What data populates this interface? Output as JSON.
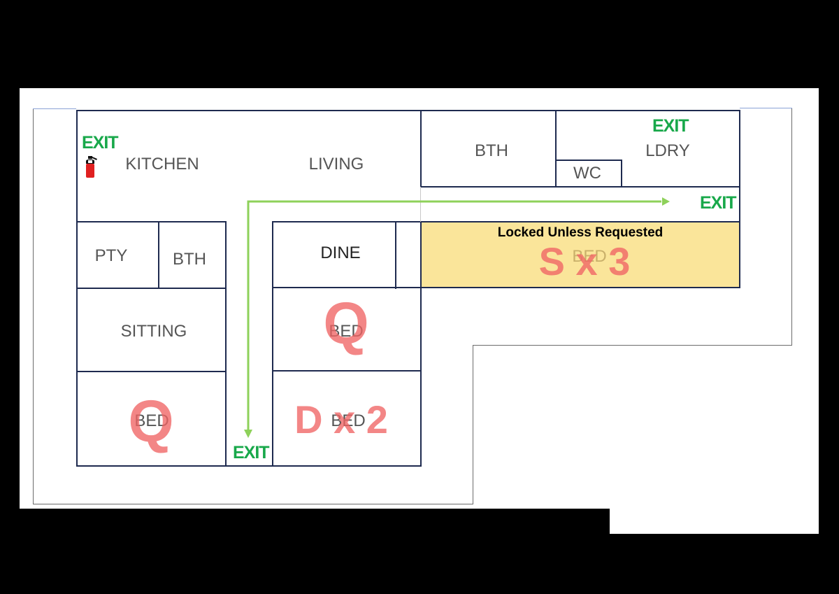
{
  "rooms": {
    "kitchen": "KITCHEN",
    "living": "LIVING",
    "bth_top": "BTH",
    "ldry": "LDRY",
    "wc": "WC",
    "pty": "PTY",
    "bth_left": "BTH",
    "dine": "DINE",
    "sitting": "SITTING",
    "bed_mid": "BED",
    "bed_left": "BED",
    "bed_double": "BED",
    "bed_locked": "BED"
  },
  "exits": {
    "top_left": "EXIT",
    "top_right": "EXIT",
    "right": "EXIT",
    "bottom": "EXIT"
  },
  "bed_sizes": {
    "mid": "Q",
    "left": "Q",
    "double": "D x 2",
    "locked": "S x 3"
  },
  "locked_note": "Locked Unless Requested",
  "colors": {
    "walls": "#1e2a4f",
    "exit_text": "#18a84a",
    "route_arrow": "#8ed15a",
    "locked_highlight": "#fae59a",
    "bed_size_text": "#f06464",
    "extinguisher": "#e02020"
  },
  "icons": {
    "extinguisher": "fire-extinguisher-icon",
    "route": "evacuation-route-arrow"
  }
}
